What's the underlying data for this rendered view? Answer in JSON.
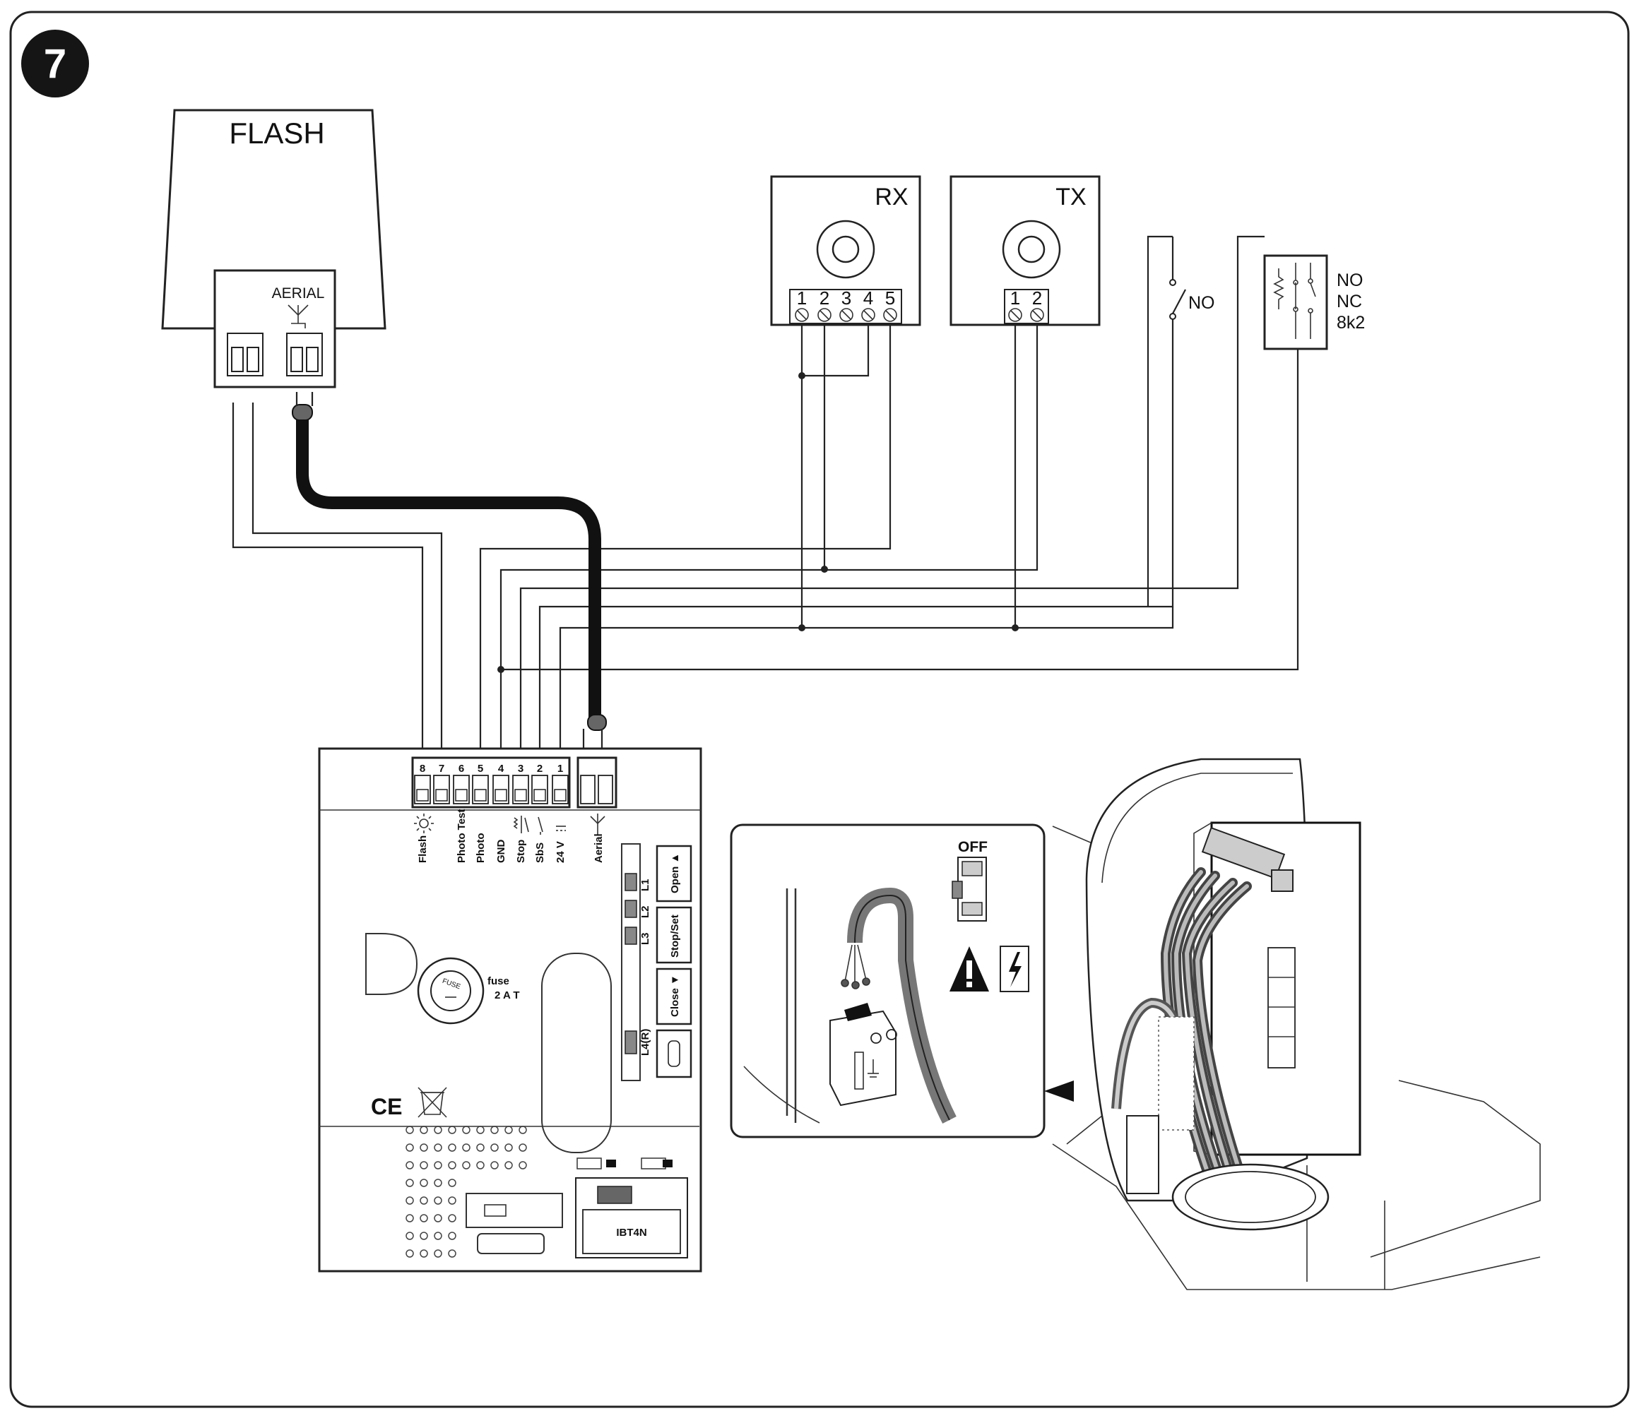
{
  "figure_number": "7",
  "flash": {
    "title": "FLASH",
    "aerial_label": "AERIAL"
  },
  "rx": {
    "title": "RX",
    "terminals": [
      "1",
      "2",
      "3",
      "4",
      "5"
    ]
  },
  "tx": {
    "title": "TX",
    "terminals": [
      "1",
      "2"
    ]
  },
  "switch_no": {
    "label": "NO"
  },
  "safety_edge": {
    "labels": [
      "NO",
      "NC",
      "8k2"
    ]
  },
  "control_unit": {
    "terminals": [
      "8",
      "7",
      "6",
      "5",
      "4",
      "3",
      "2",
      "1"
    ],
    "terminal_labels": [
      "Flash",
      "Photo Test",
      "Photo",
      "GND",
      "Stop",
      "SbS",
      "24 V",
      "Aerial"
    ],
    "leds": [
      "L1",
      "L2",
      "L3",
      "L4(R)"
    ],
    "buttons": [
      "Open ▲",
      "Stop/Set",
      "Close ▼"
    ],
    "fuse_label": "fuse",
    "fuse_rating": "2 A T",
    "fuse_cap_text": "FUSE",
    "module_label": "IBT4N",
    "ce_mark": "CE"
  },
  "inset": {
    "breaker_label": "OFF"
  }
}
